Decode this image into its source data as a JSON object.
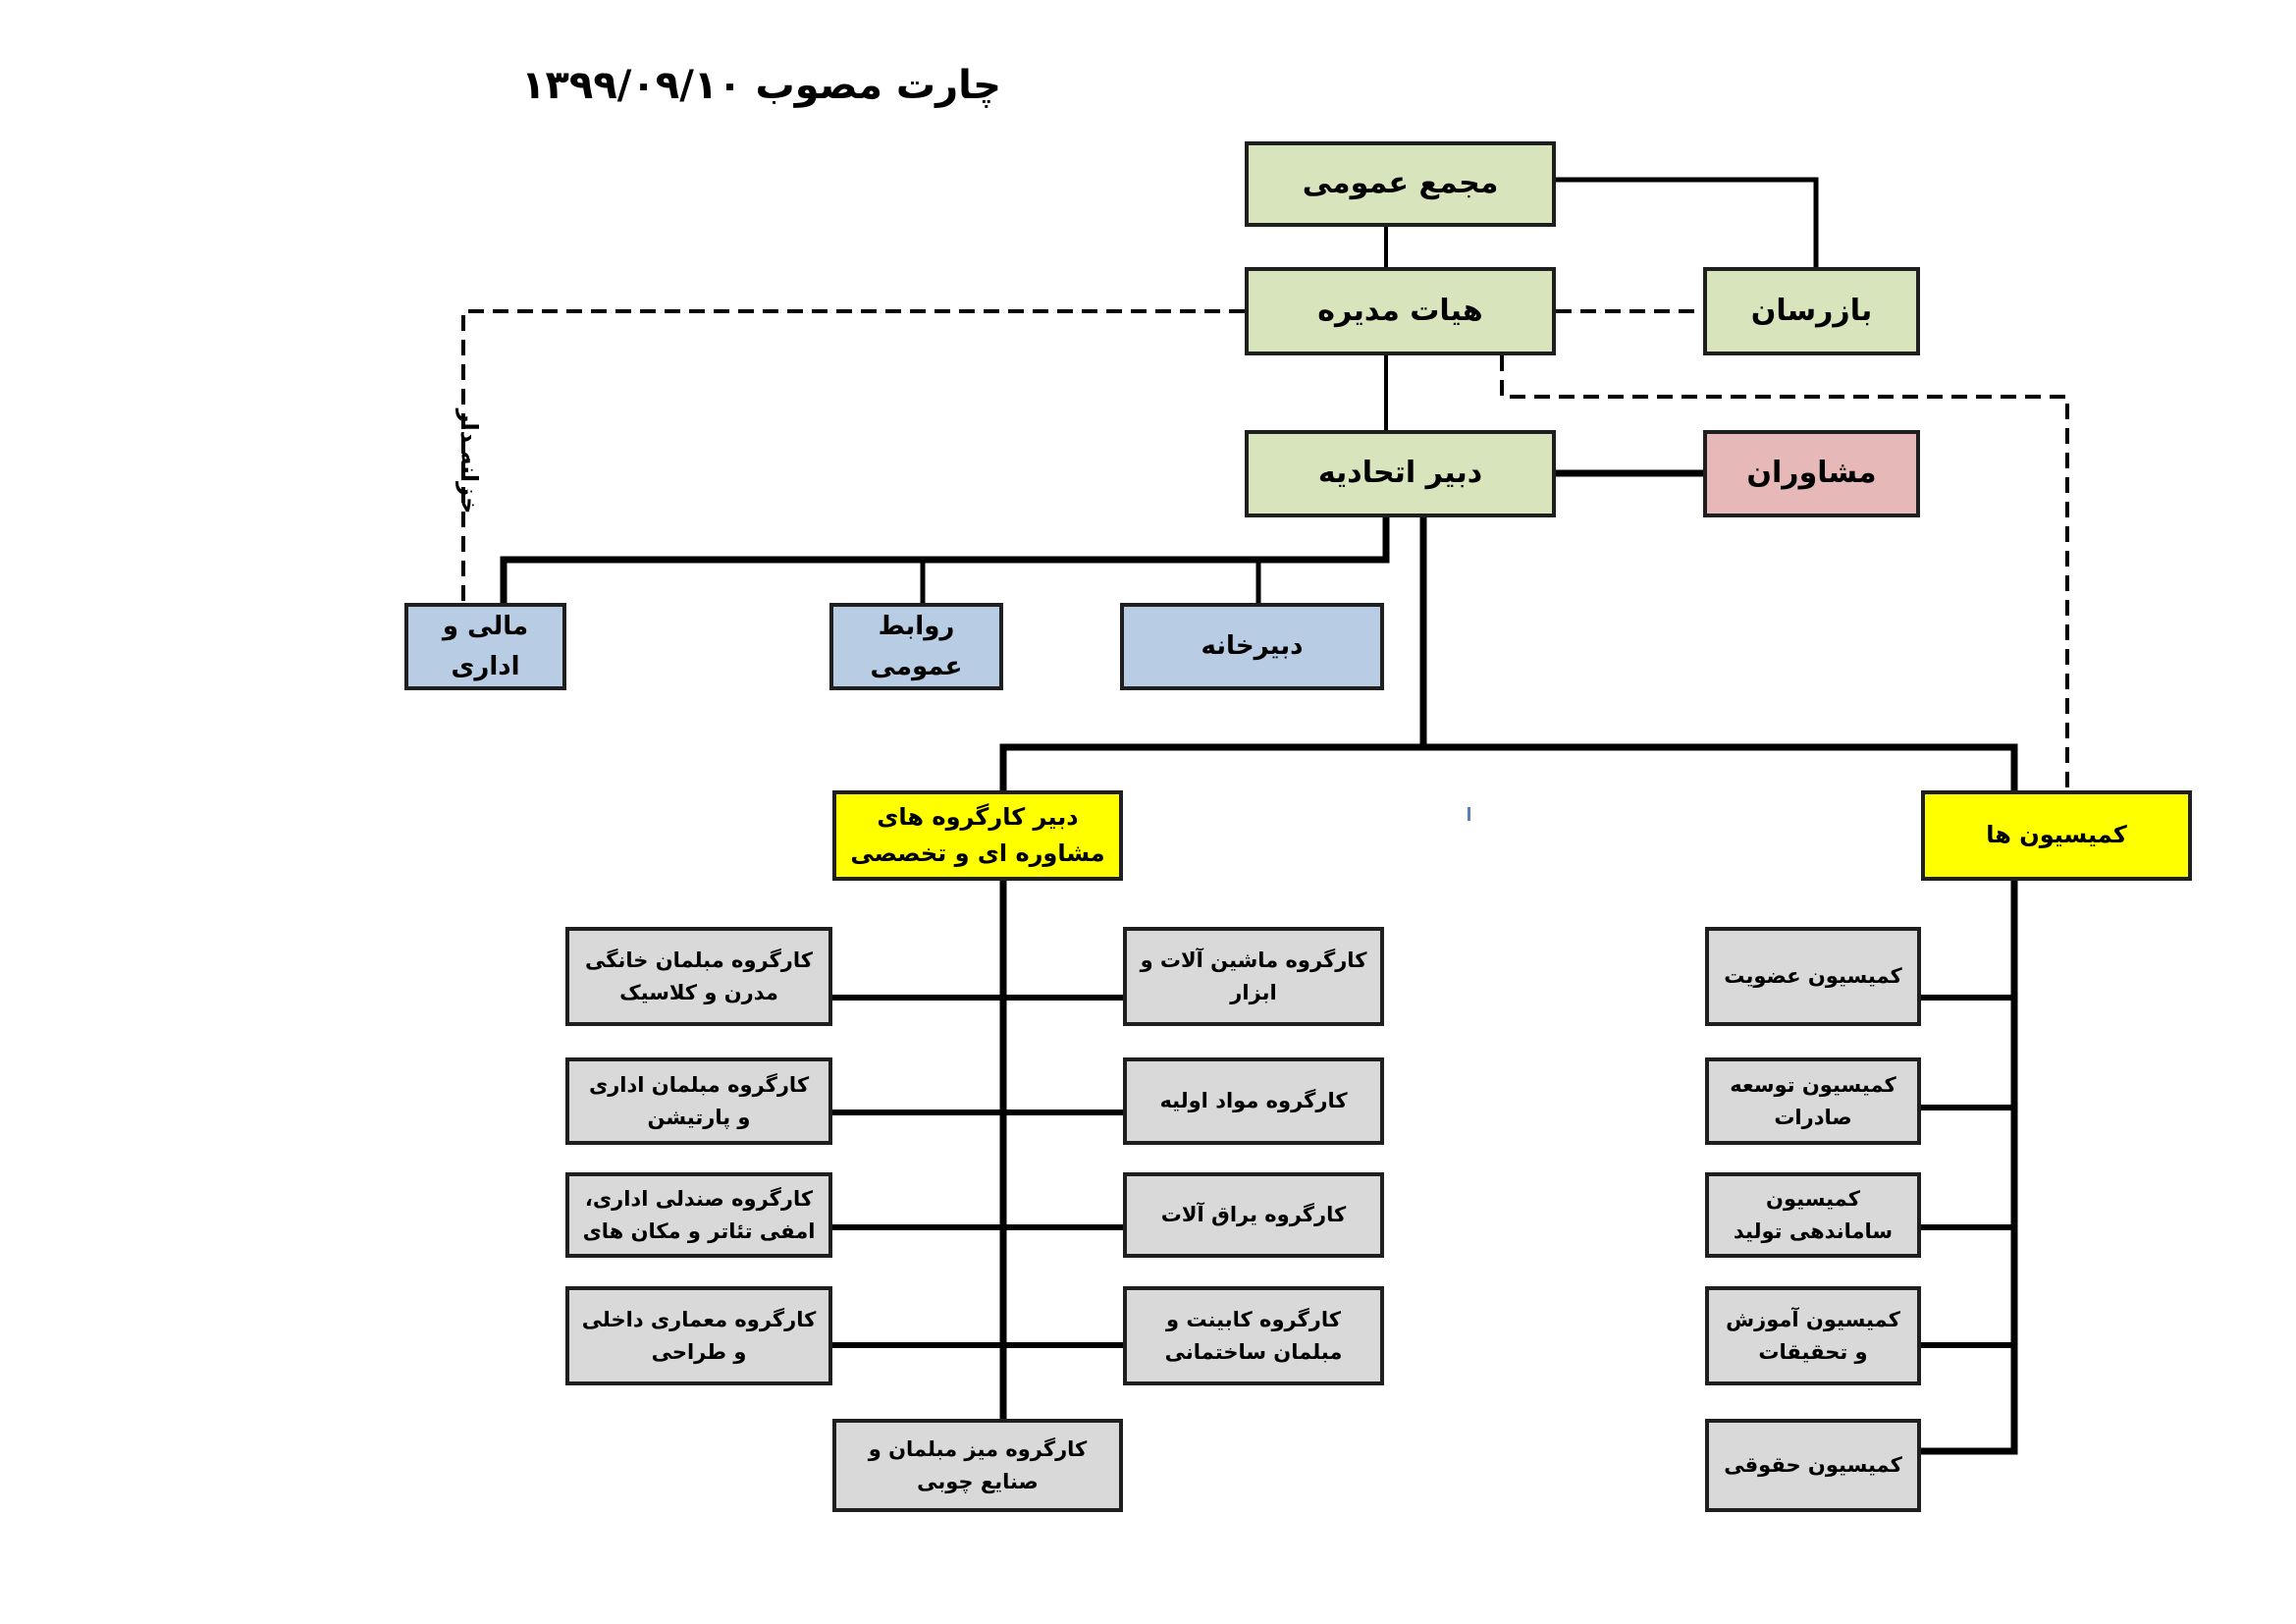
{
  "title": "چارت مصوب ۱۳۹۹/۰۹/۱۰",
  "colors": {
    "line": "#000000",
    "green": "#d8e4bc",
    "pink": "#e6b8b7",
    "blue": "#b8cce4",
    "yellow": "#ffff00",
    "grey": "#d9d9d9"
  },
  "nodes": {
    "general_assembly": "مجمع عمومی",
    "board_of_directors": "هیات مدیره",
    "inspectors": "بازرسان",
    "union_secretary": "دبیر اتحادیه",
    "advisors": "مشاوران",
    "finance_admin": "مالی و اداری",
    "public_relations": "روابط عمومی",
    "secretariat": "دبیرخانه",
    "working_groups_secretary": "دبیر کارگروه های مشاوره ای و تخصصی",
    "commissions": "کمیسیون ها"
  },
  "edge_labels": {
    "treasurer": "خزانه دار"
  },
  "working_groups_left": [
    "کارگروه مبلمان خانگی مدرن و کلاسیک",
    "کارگروه مبلمان اداری و پارتیشن",
    "کارگروه صندلی اداری، امفی تئاتر و مکان های",
    "کارگروه معماری داخلی و طراحی"
  ],
  "working_groups_right": [
    "کارگروه ماشین آلات و ابزار",
    "کارگروه مواد اولیه",
    "کارگروه یراق آلات",
    "کارگروه کابینت و مبلمان ساختمانی"
  ],
  "working_group_bottom": "کارگروه میز مبلمان و صنایع چوبی",
  "commission_items": [
    "کمیسیون عضویت",
    "کمیسیون توسعه صادرات",
    "کمیسیون ساماندهی تولید",
    "کمیسیون آموزش و تحقیقات",
    "کمیسیون حقوقی"
  ]
}
